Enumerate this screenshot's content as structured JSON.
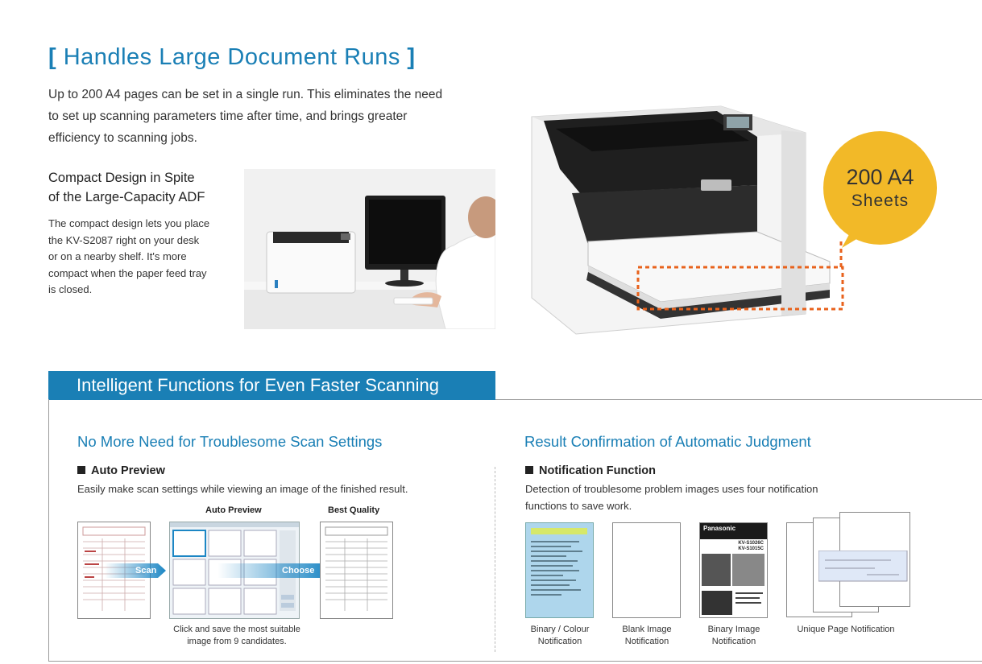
{
  "header": {
    "bracket_open": "[",
    "title": "Handles Large Document Runs",
    "bracket_close": "]",
    "intro_lines": [
      "Up to 200 A4 pages can be set in a single run. This eliminates the need",
      "to set up scanning parameters time after time, and brings greater",
      "efficiency to scanning jobs."
    ]
  },
  "compact": {
    "title_lines": [
      "Compact Design in Spite",
      "of the Large-Capacity ADF"
    ],
    "body_lines": [
      "The compact design lets you place",
      "the KV-S2087 right on your desk",
      "or on a nearby shelf.  It's more",
      "compact when the paper feed tray",
      "is closed."
    ]
  },
  "badge": {
    "line1": "200 A4",
    "line2": "Sheets"
  },
  "colors": {
    "accent_blue": "#1a7fb5",
    "badge_yellow": "#f2b928",
    "callout_orange": "#e8621c",
    "arrow_blue": "#1c86c4"
  },
  "section": {
    "title": "Intelligent Functions for Even Faster Scanning"
  },
  "left_panel": {
    "title": "No More Need for Troublesome Scan Settings",
    "feature_label": "Auto Preview",
    "feature_desc": "Easily make scan settings while viewing an image of the finished result.",
    "preview_label": "Auto Preview",
    "best_label": "Best Quality",
    "scan_arrow": "Scan",
    "choose_arrow": "Choose",
    "caption_lines": [
      "Click and save the most suitable",
      "image from 9 candidates."
    ]
  },
  "right_panel": {
    "title": "Result Confirmation of Automatic Judgment",
    "feature_label": "Notification Function",
    "feature_desc_lines": [
      "Detection of troublesome problem images uses four notification",
      "functions to save work."
    ],
    "notifications": [
      {
        "caption_lines": [
          "Binary / Colour",
          "Notification"
        ]
      },
      {
        "caption_lines": [
          "Blank Image",
          "Notification"
        ]
      },
      {
        "caption_lines": [
          "Binary Image",
          "Notification"
        ]
      },
      {
        "caption_lines": [
          "Unique Page Notification"
        ]
      }
    ],
    "brochure_brand": "Panasonic",
    "brochure_model_lines": [
      "KV-S1026C",
      "KV-S1015C"
    ]
  }
}
